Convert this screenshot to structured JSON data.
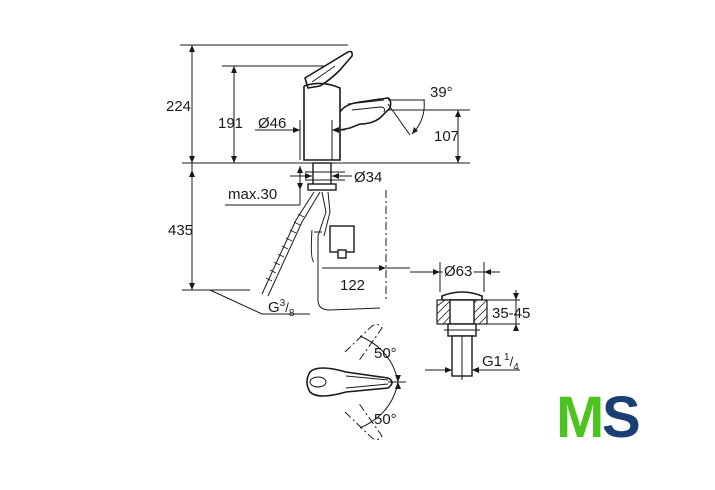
{
  "dimensions": {
    "overall_height": "224",
    "spout_height": "191",
    "body_diameter": "Ø46",
    "lever_angle": "39°",
    "spout_outlet_height": "107",
    "hole_diameter": "Ø34",
    "max_deck_thickness": "max.30",
    "hose_length": "435",
    "connection_thread": "G",
    "connection_thread_num": "3",
    "connection_thread_den": "8",
    "offset": "122",
    "waste_diameter": "Ø63",
    "waste_height": "35-45",
    "waste_thread": "G1",
    "waste_thread_num": "1",
    "waste_thread_den": "4",
    "rotation_up": "50°",
    "rotation_down": "50°"
  },
  "logo": {
    "letter_m": "M",
    "letter_s": "S",
    "color_m": "#4cc31f",
    "color_s": "#1c3f73"
  }
}
